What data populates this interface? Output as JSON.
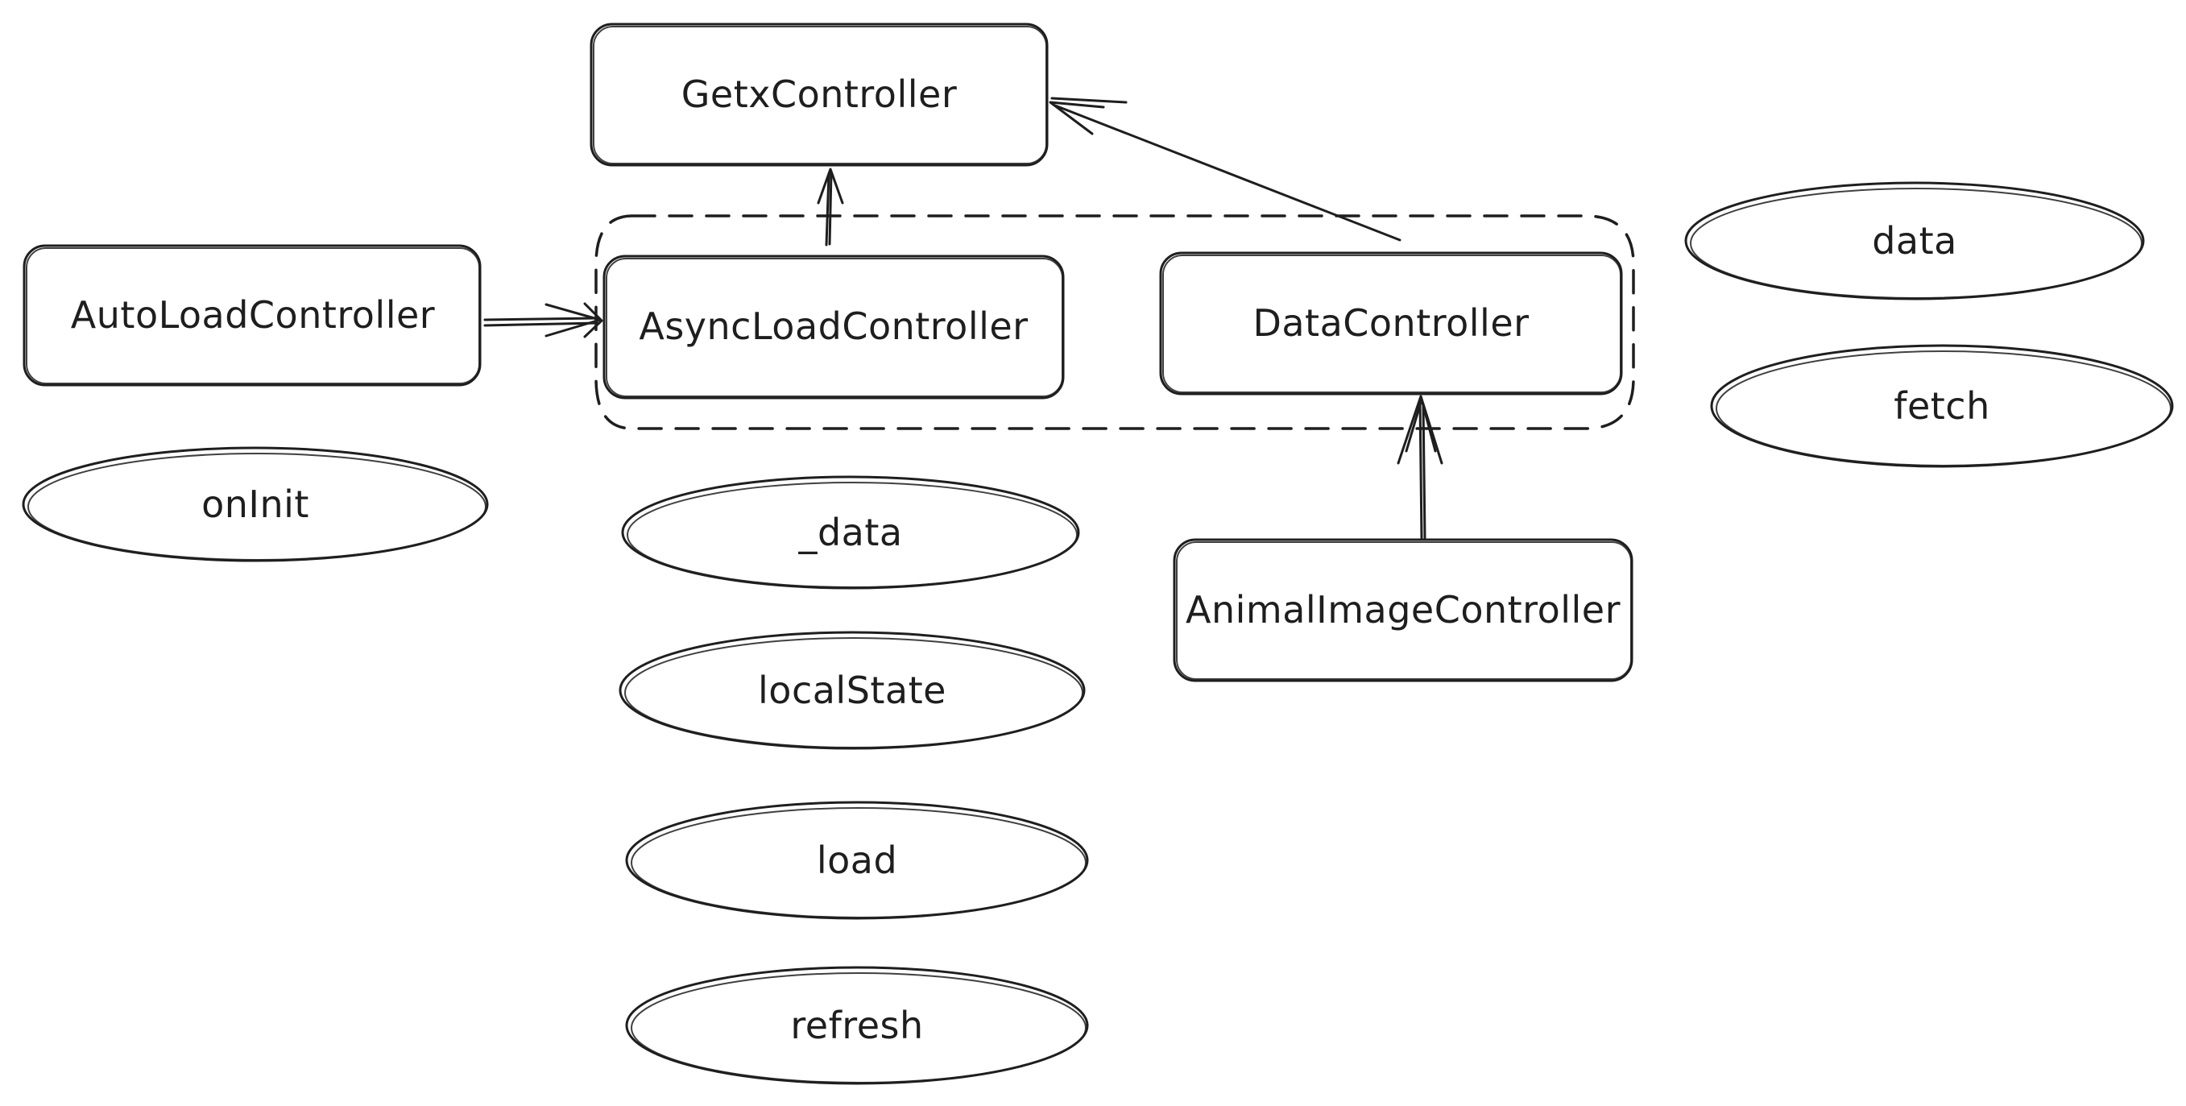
{
  "diagram": {
    "colors": {
      "stroke": "#1e1e1e",
      "fill": "#ffffff",
      "background": "#ffffff"
    },
    "nodes": {
      "getx_controller": {
        "label": "GetxController",
        "shape": "rounded-rectangle"
      },
      "auto_load_controller": {
        "label": "AutoLoadController",
        "shape": "rounded-rectangle"
      },
      "async_load_controller": {
        "label": "AsyncLoadController",
        "shape": "rounded-rectangle"
      },
      "data_controller": {
        "label": "DataController",
        "shape": "rounded-rectangle"
      },
      "animal_image_controller": {
        "label": "AnimalImageController",
        "shape": "rounded-rectangle"
      },
      "on_init": {
        "label": "onInit",
        "shape": "ellipse"
      },
      "private_data": {
        "label": "_data",
        "shape": "ellipse"
      },
      "local_state": {
        "label": "localState",
        "shape": "ellipse"
      },
      "load": {
        "label": "load",
        "shape": "ellipse"
      },
      "refresh": {
        "label": "refresh",
        "shape": "ellipse"
      },
      "data": {
        "label": "data",
        "shape": "ellipse"
      },
      "fetch": {
        "label": "fetch",
        "shape": "ellipse"
      }
    },
    "edges": [
      {
        "from": "async_load_controller",
        "to": "getx_controller",
        "style": "arrow"
      },
      {
        "from": "data_controller",
        "to": "getx_controller",
        "style": "arrow"
      },
      {
        "from": "auto_load_controller",
        "to": "async_load_controller",
        "style": "arrow"
      },
      {
        "from": "animal_image_controller",
        "to": "data_controller",
        "style": "arrow"
      }
    ],
    "groups": [
      {
        "members": [
          "async_load_controller",
          "data_controller"
        ],
        "style": "dashed"
      }
    ]
  }
}
